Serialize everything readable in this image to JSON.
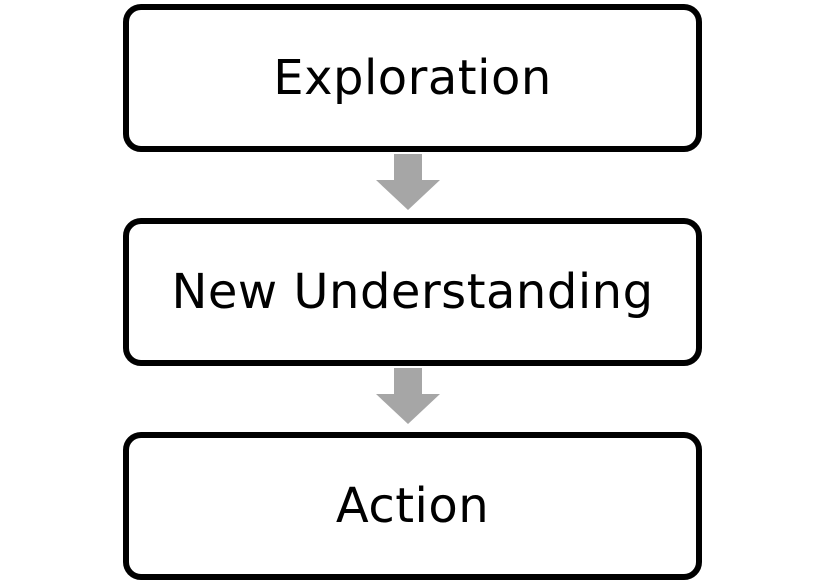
{
  "diagram": {
    "steps": [
      {
        "label": "Exploration"
      },
      {
        "label": "New Understanding"
      },
      {
        "label": "Action"
      }
    ],
    "connectors": [
      {
        "from": "Exploration",
        "to": "New Understanding",
        "style": "block-arrow-down"
      },
      {
        "from": "New Understanding",
        "to": "Action",
        "style": "block-arrow-down"
      }
    ],
    "colors": {
      "box_border": "#000000",
      "box_fill": "#ffffff",
      "arrow_fill": "#a6a6a6",
      "text": "#000000"
    }
  }
}
